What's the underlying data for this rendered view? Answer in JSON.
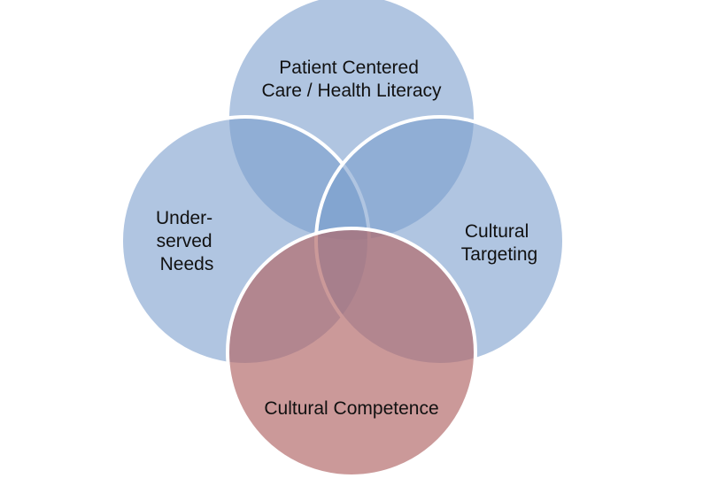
{
  "diagram": {
    "sets": [
      {
        "id": "top",
        "lines": [
          "Patient Centered",
          "Care / Health Literacy"
        ],
        "fill": "#7b9fcd"
      },
      {
        "id": "left",
        "lines": [
          "Under-",
          "served",
          "Needs"
        ],
        "fill": "#7b9fcd"
      },
      {
        "id": "right",
        "lines": [
          "Cultural",
          "Targeting"
        ],
        "fill": "#7b9fcd"
      },
      {
        "id": "bottom",
        "lines": [
          "Cultural Competence"
        ],
        "fill": "#b36869"
      }
    ]
  }
}
